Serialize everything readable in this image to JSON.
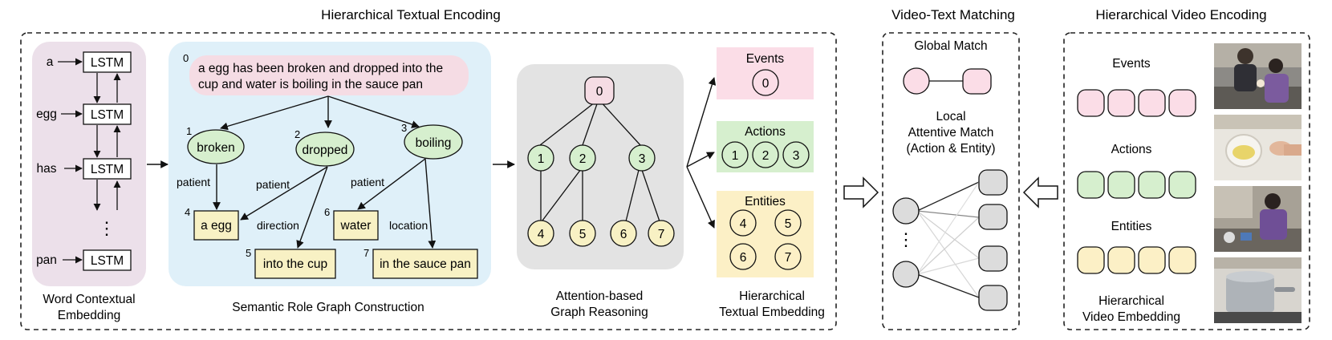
{
  "titles": {
    "textual": "Hierarchical Textual Encoding",
    "matching": "Video-Text Matching",
    "video": "Hierarchical Video Encoding"
  },
  "word_embedding": {
    "words": [
      "a",
      "egg",
      "has",
      "pan"
    ],
    "cell": "LSTM",
    "ellipsis": "⋮",
    "caption": [
      "Word Contextual",
      "Embedding"
    ]
  },
  "srg": {
    "sentence_index": "0",
    "sentence_lines": [
      "a egg has been broken and dropped into the",
      "cup and water is boiling in the sauce pan"
    ],
    "verbs": [
      {
        "index": "1",
        "label": "broken"
      },
      {
        "index": "2",
        "label": "dropped"
      },
      {
        "index": "3",
        "label": "boiling"
      }
    ],
    "args": [
      {
        "index": "4",
        "label": "a egg"
      },
      {
        "index": "5",
        "label": "into the cup"
      },
      {
        "index": "6",
        "label": "water"
      },
      {
        "index": "7",
        "label": "in the sauce pan"
      }
    ],
    "roles": [
      "patient",
      "patient",
      "direction",
      "patient",
      "location"
    ],
    "caption": "Semantic Role Graph Construction"
  },
  "reasoning": {
    "root": "0",
    "actions": [
      "1",
      "2",
      "3"
    ],
    "entities": [
      "4",
      "5",
      "6",
      "7"
    ],
    "caption": [
      "Attention-based",
      "Graph Reasoning"
    ]
  },
  "text_embedding": {
    "events_title": "Events",
    "events": [
      "0"
    ],
    "actions_title": "Actions",
    "actions": [
      "1",
      "2",
      "3"
    ],
    "entities_title": "Entities",
    "entities": [
      "4",
      "5",
      "6",
      "7"
    ],
    "caption": [
      "Hierarchical",
      "Textual Embedding"
    ]
  },
  "matching": {
    "global": "Global Match",
    "local": [
      "Local",
      "Attentive Match",
      "(Action & Entity)"
    ],
    "ellipsis": "⋮"
  },
  "video": {
    "events": "Events",
    "actions": "Actions",
    "entities": "Entities",
    "caption": [
      "Hierarchical",
      "Video Embedding"
    ]
  },
  "colors": {
    "lstm_bg": "#ece0ea",
    "srg_bg": "#dff0f9",
    "sentence_bg": "#f5dce4",
    "verb_fill": "#d6efce",
    "arg_fill": "#f8f1c4",
    "reason_bg": "#e3e3e3",
    "event_fill": "#fbdde7",
    "action_fill": "#d6efce",
    "entity_fill": "#fcf0c6",
    "grey_node": "#dcdcdc"
  }
}
